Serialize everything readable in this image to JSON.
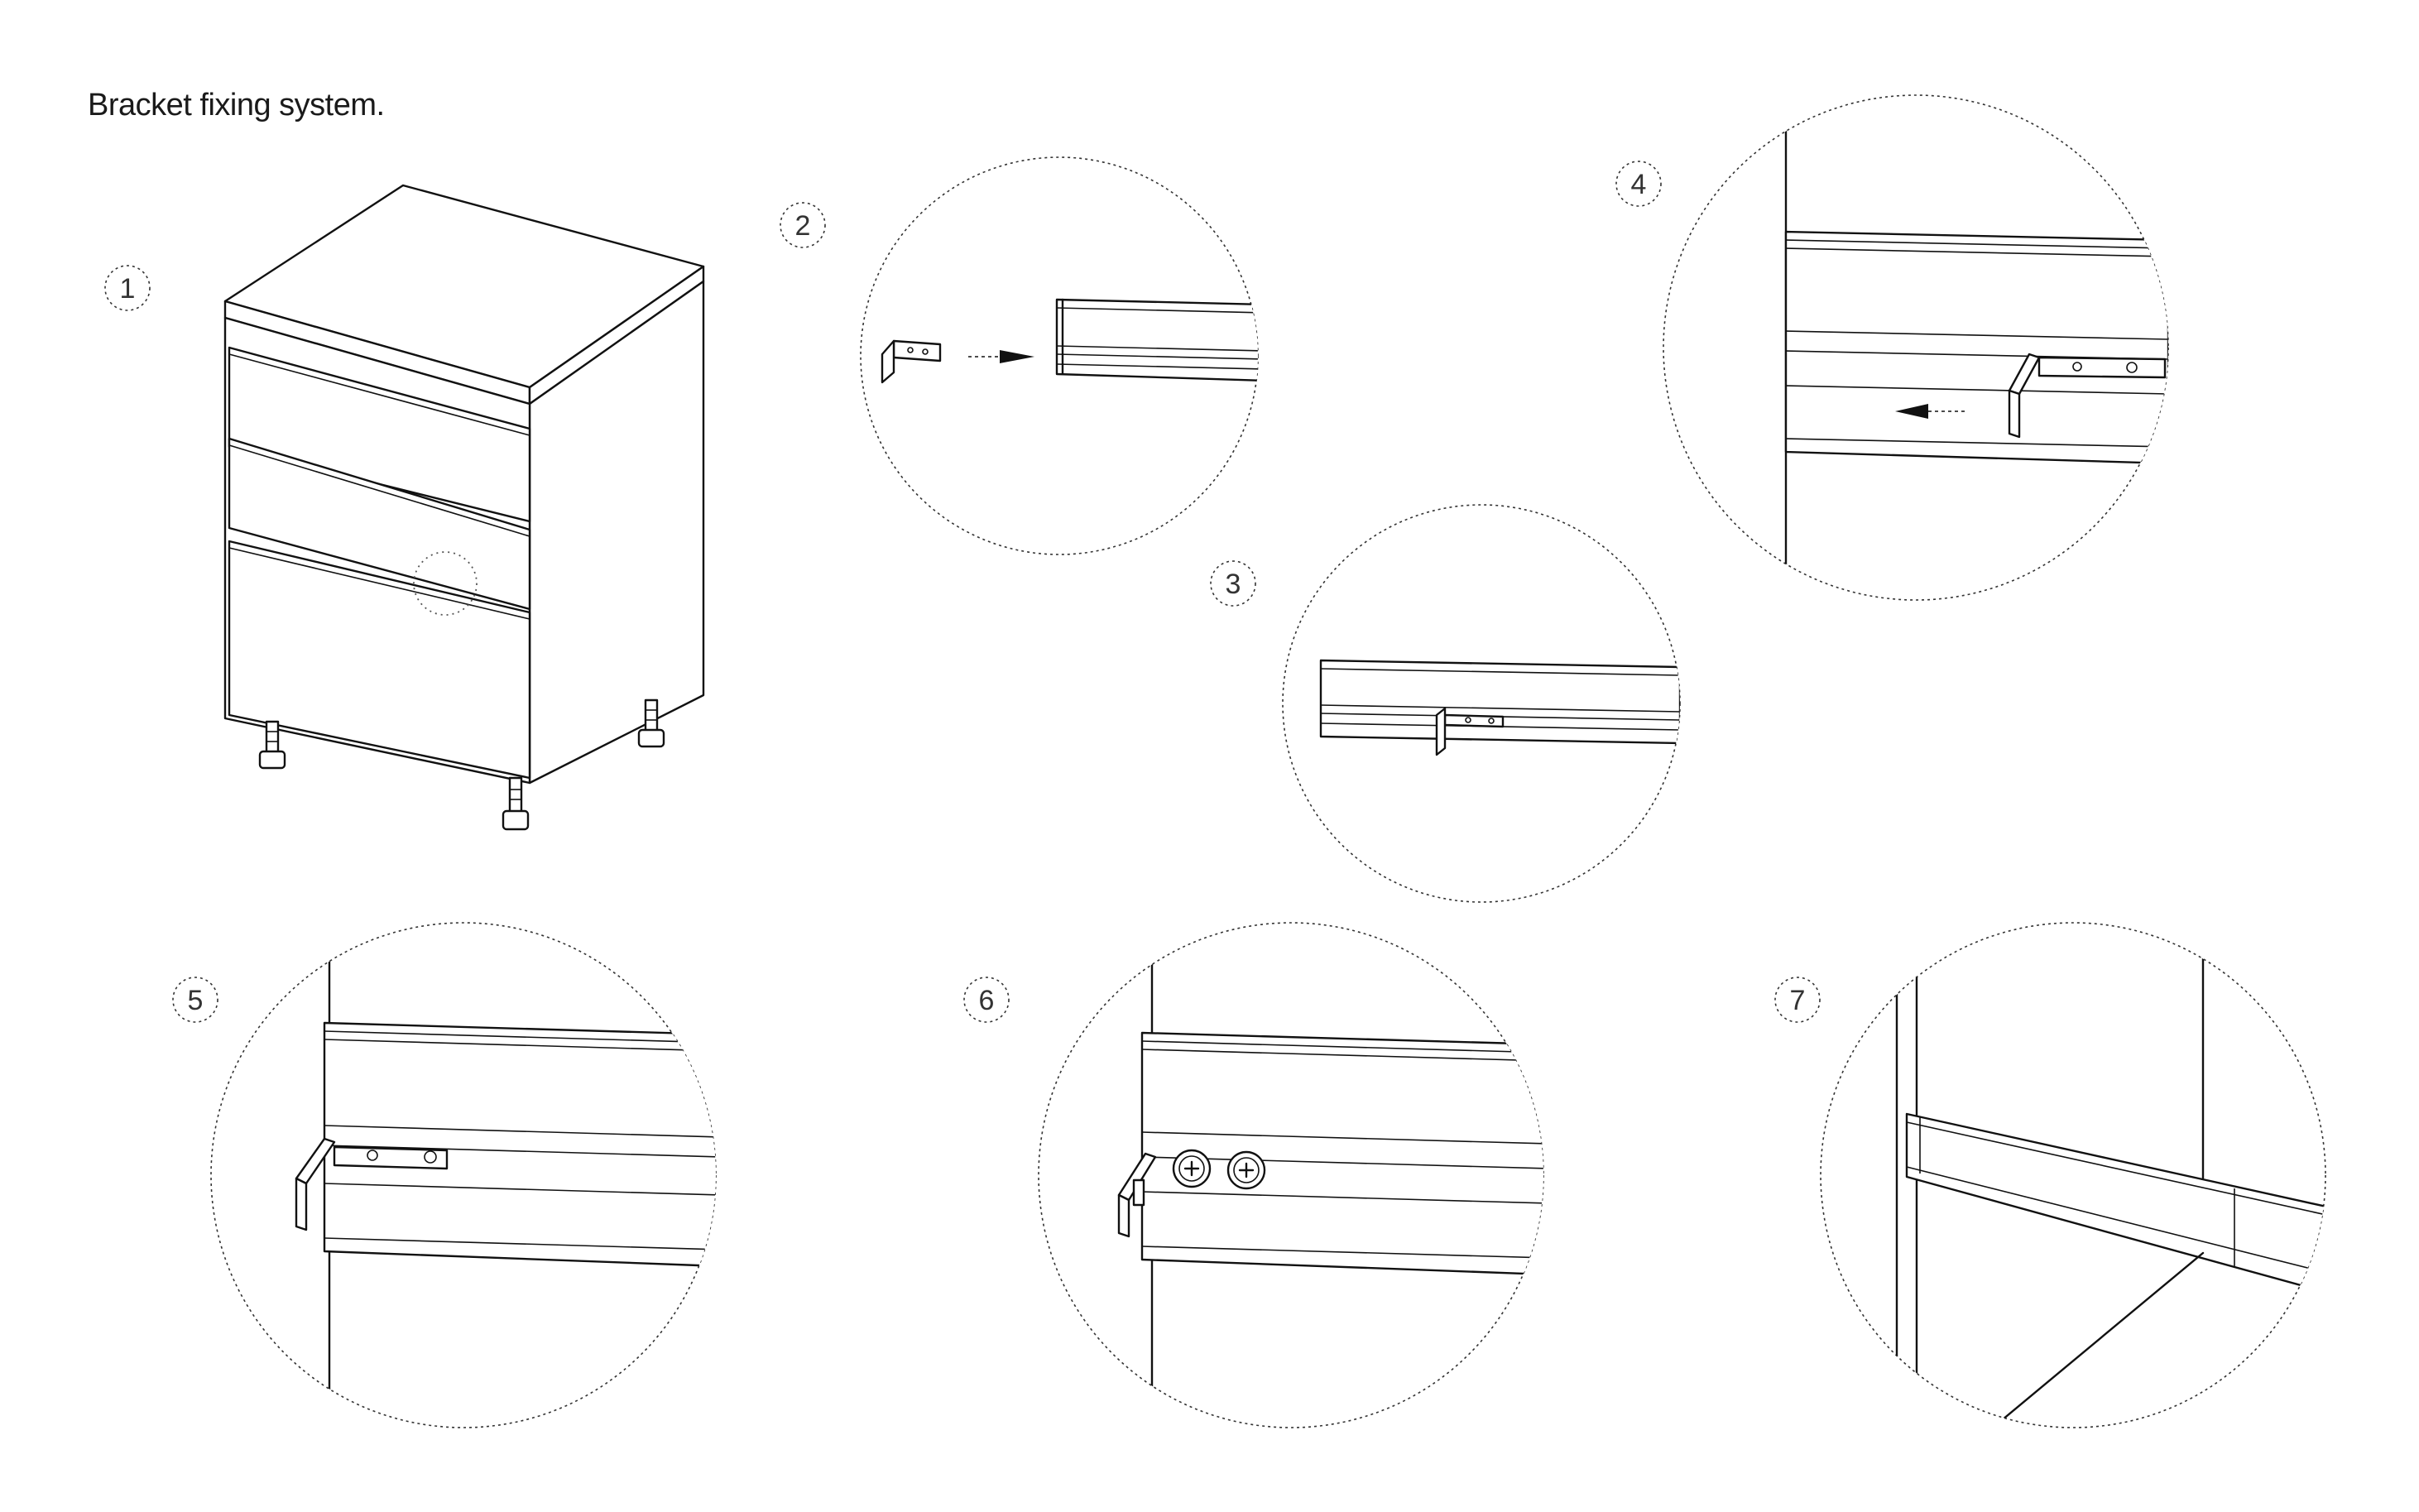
{
  "title": "Bracket fixing system.",
  "steps": [
    {
      "label": "1"
    },
    {
      "label": "2"
    },
    {
      "label": "3"
    },
    {
      "label": "4"
    },
    {
      "label": "5"
    },
    {
      "label": "6"
    },
    {
      "label": "7"
    }
  ],
  "colors": {
    "line": "#111111",
    "background": "#ffffff"
  },
  "icons": [
    "bracket-icon",
    "screw-icon",
    "arrow-right-icon",
    "arrow-left-icon"
  ]
}
